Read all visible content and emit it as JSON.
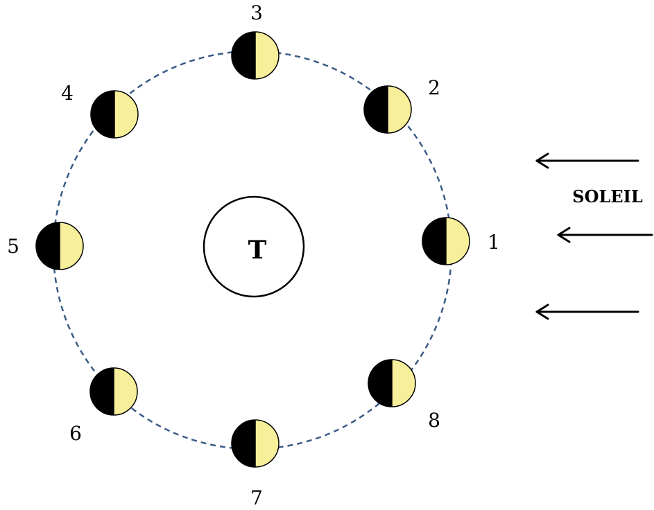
{
  "diagram": {
    "earth": {
      "label": "T"
    },
    "sun": {
      "label": "SOLEIL"
    },
    "colors": {
      "orbit": "#3b5b86",
      "lit_half": "#f8ef9b",
      "dark_half": "#000000",
      "outline": "#000000",
      "arrow": "#000000"
    },
    "moons": [
      {
        "label": "1"
      },
      {
        "label": "2"
      },
      {
        "label": "3"
      },
      {
        "label": "4"
      },
      {
        "label": "5"
      },
      {
        "label": "6"
      },
      {
        "label": "7"
      },
      {
        "label": "8"
      }
    ]
  }
}
